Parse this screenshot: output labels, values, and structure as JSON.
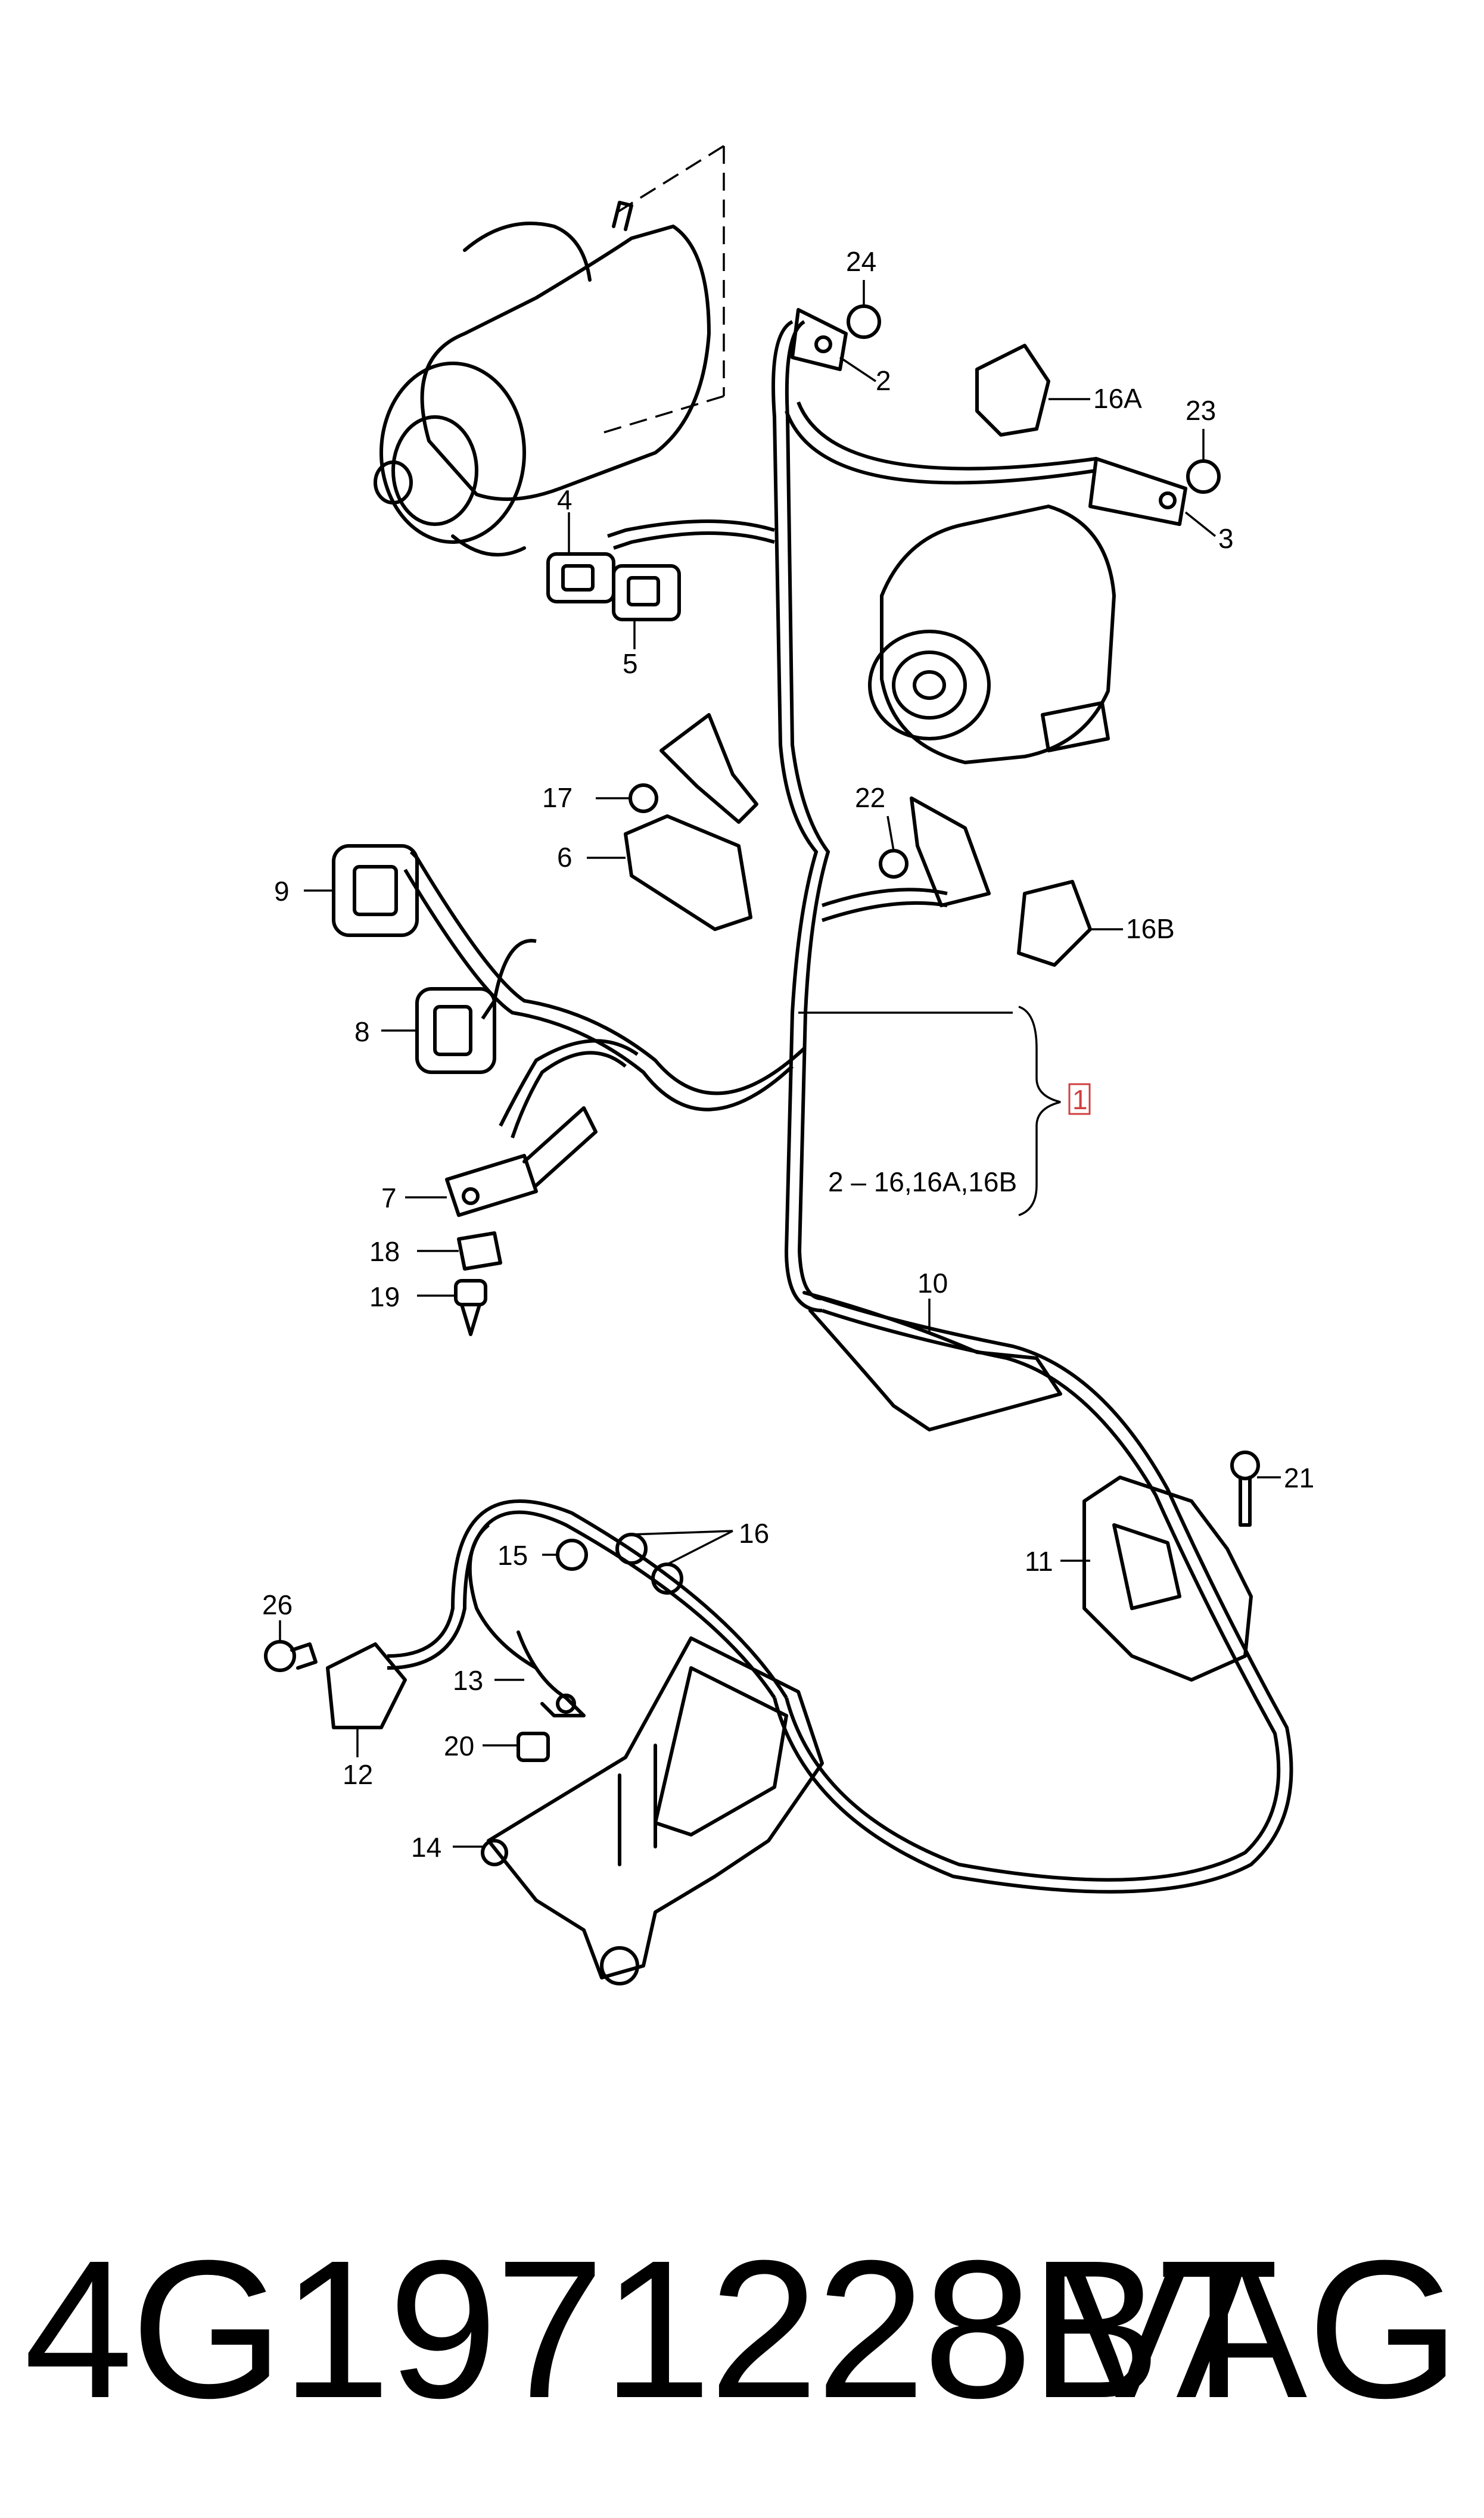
{
  "diagram": {
    "callouts": {
      "c24": "24",
      "c2": "2",
      "c16A": "16A",
      "c23": "23",
      "c3": "3",
      "c4": "4",
      "c5": "5",
      "c17": "17",
      "c6": "6",
      "c22": "22",
      "c9": "9",
      "c16B": "16B",
      "c8": "8",
      "c1": "1",
      "c7": "7",
      "c18": "18",
      "c19": "19",
      "c10": "10",
      "c21": "21",
      "c16": "16",
      "c15": "15",
      "c11": "11",
      "c26": "26",
      "c13": "13",
      "c12": "12",
      "c20": "20",
      "c14": "14"
    },
    "bracket_note": "2 – 16,16A,16B"
  },
  "caption": {
    "part_number": "4G1971228BT",
    "brand": "VAG"
  },
  "colors": {
    "ink": "#000000",
    "highlight_box": "#d04040",
    "background": "#ffffff"
  }
}
